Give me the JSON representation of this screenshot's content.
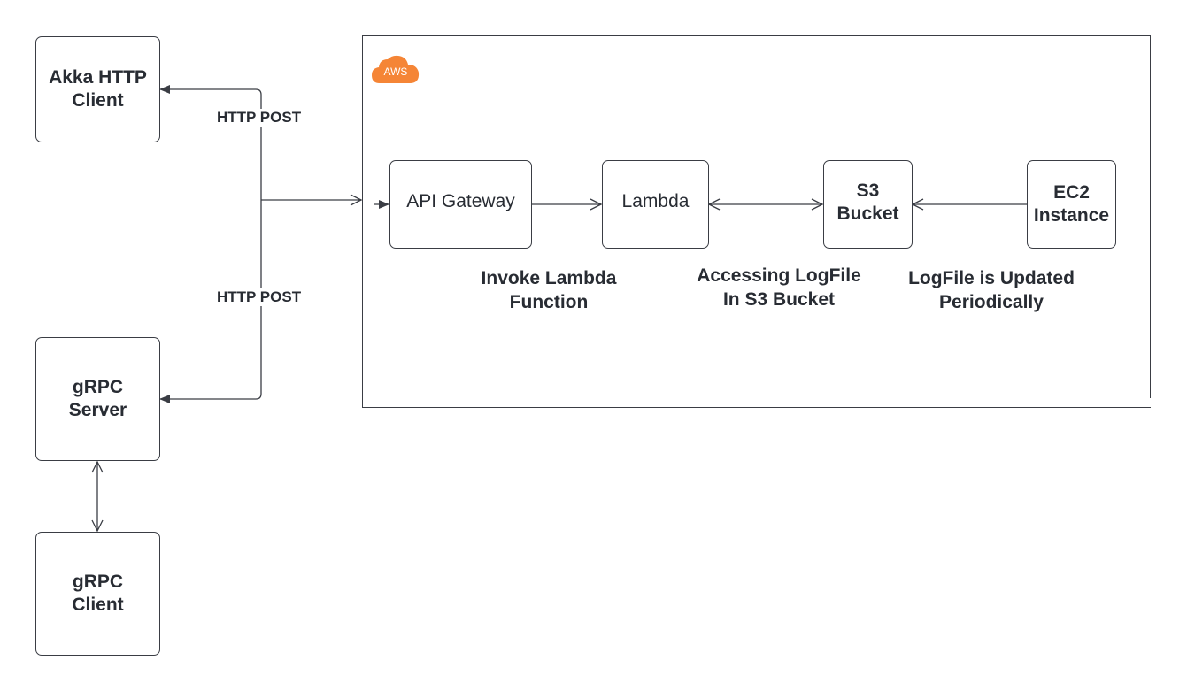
{
  "diagram": {
    "aws_badge": "AWS",
    "nodes": {
      "akka_client": {
        "line1": "Akka HTTP",
        "line2": "Client"
      },
      "grpc_server": {
        "line1": "gRPC",
        "line2": "Server"
      },
      "grpc_client": {
        "line1": "gRPC",
        "line2": "Client"
      },
      "api_gateway": {
        "label": "API Gateway"
      },
      "lambda": {
        "label": "Lambda"
      },
      "s3_bucket": {
        "line1": "S3",
        "line2": "Bucket"
      },
      "ec2_instance": {
        "line1": "EC2",
        "line2": "Instance"
      }
    },
    "edge_labels": {
      "http_post_top": "HTTP POST",
      "http_post_bottom": "HTTP POST"
    },
    "step_labels": {
      "invoke": {
        "line1": "Invoke Lambda",
        "line2": "Function"
      },
      "accessing": {
        "line1": "Accessing LogFile",
        "line2": "In S3 Bucket"
      },
      "updated": {
        "line1": "LogFile is Updated",
        "line2": "Periodically"
      }
    },
    "colors": {
      "aws_orange": "#f58536",
      "line": "#3a3d44",
      "text": "#282c33"
    }
  }
}
